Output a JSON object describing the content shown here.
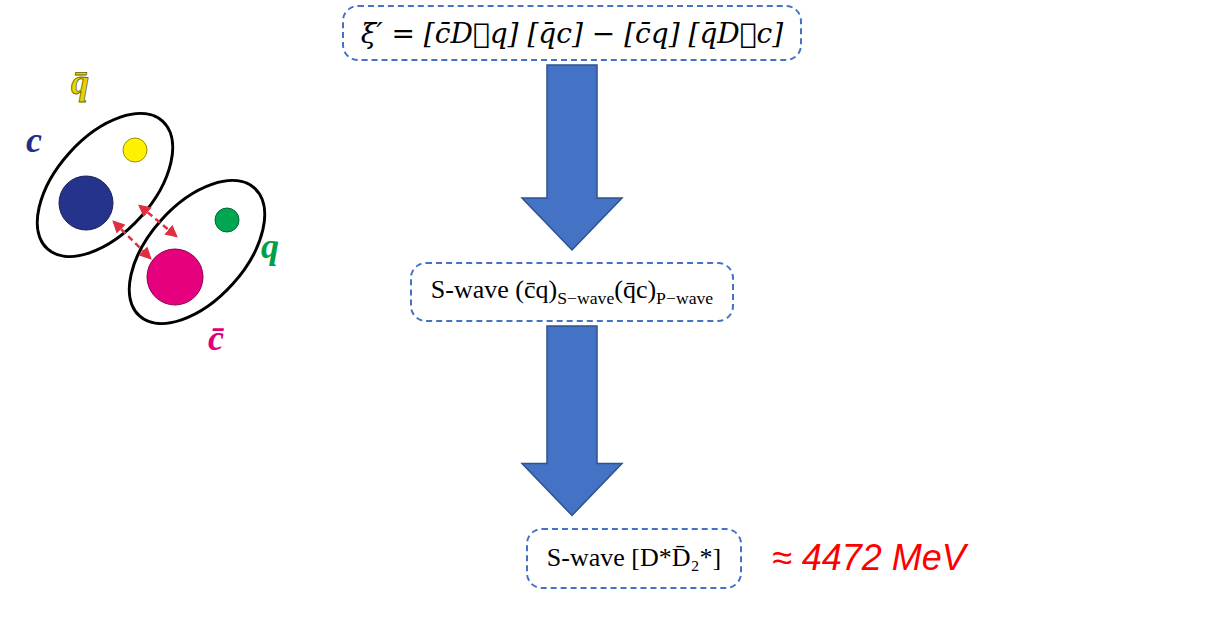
{
  "diagram": {
    "nodes": [
      {
        "text": [
          "ξ′ = [c̄D⃡q] [q̄c] − [c̄q] [q̄D⃡c]"
        ]
      },
      {
        "text": [
          "S-wave (c̄q)",
          "S−wave",
          "(q̄c)",
          "P−wave"
        ]
      },
      {
        "text": [
          "S-wave [D*D̄₂*]"
        ]
      }
    ],
    "edges": [
      {
        "from": 0,
        "to": 1,
        "arrow": "to"
      },
      {
        "from": 1,
        "to": 2,
        "arrow": "to"
      }
    ],
    "labels": [
      "q̄",
      "c",
      "q",
      "c̄",
      "≈ 4472 MeV"
    ]
  }
}
